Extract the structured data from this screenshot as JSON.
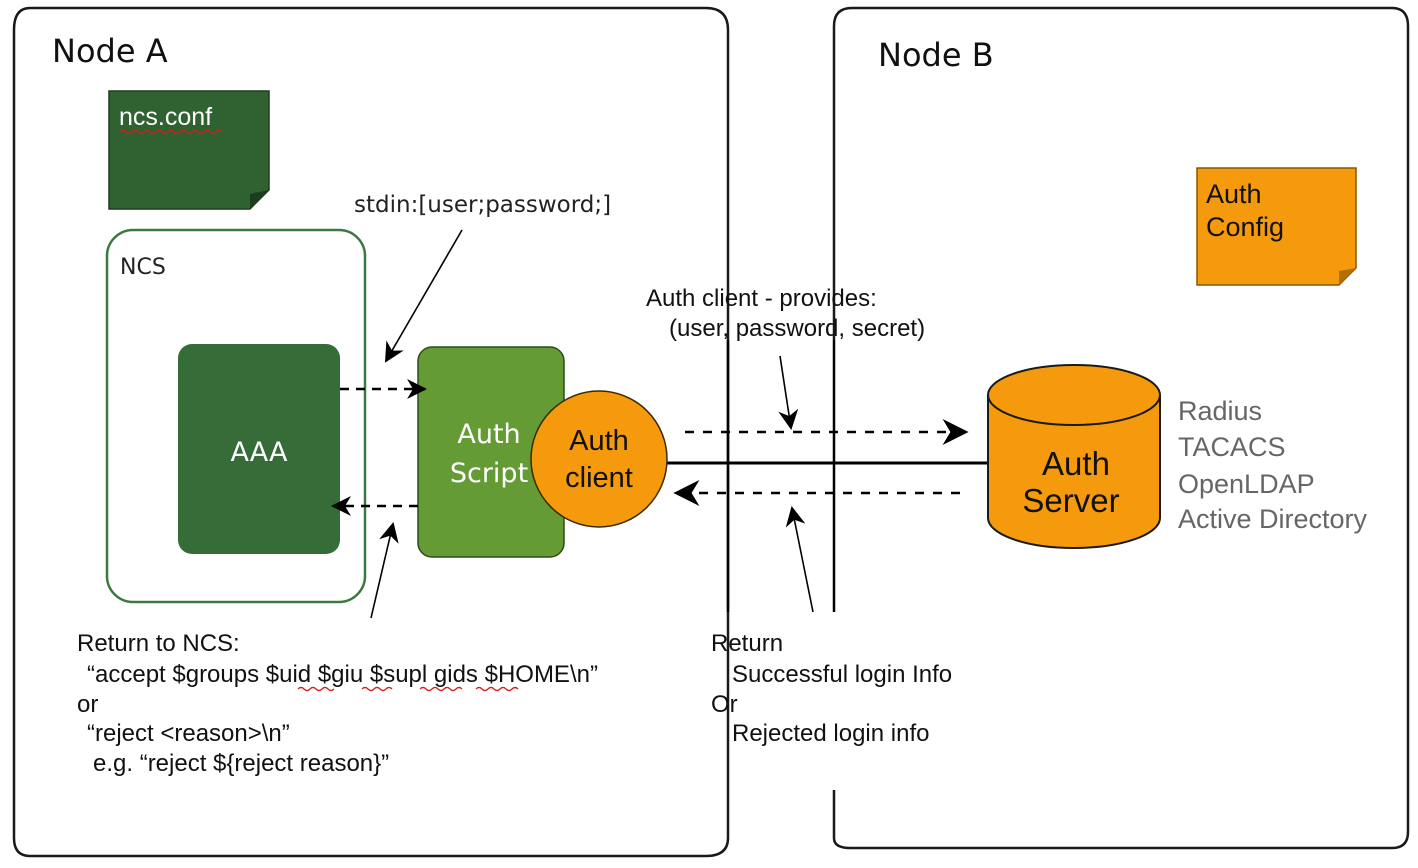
{
  "node_a": {
    "title": "Node A"
  },
  "node_b": {
    "title": "Node B"
  },
  "ncs_conf": {
    "label": "ncs.conf"
  },
  "ncs": {
    "label": "NCS"
  },
  "aaa": {
    "label": "AAA"
  },
  "auth_script": {
    "line1": "Auth",
    "line2": "Script"
  },
  "auth_client": {
    "line1": "Auth",
    "line2": "client"
  },
  "auth_config": {
    "line1": "Auth",
    "line2": "Config"
  },
  "auth_server": {
    "line1": "Auth",
    "line2": "Server",
    "backends": [
      "Radius",
      "TACACS",
      "OpenLDAP",
      "Active Directory"
    ]
  },
  "annotations": {
    "stdin": "stdin:[user;password;]",
    "provides_line1": "Auth client - provides:",
    "provides_line2": "(user, password, secret)",
    "return_ncs": [
      "Return to NCS:",
      "“accept $groups $uid $giu $supl gids $HOME\\n”",
      "or",
      "“reject <reason>\\n”",
      "e.g. “reject ${reject reason}”"
    ],
    "return_login": [
      "Return",
      "Successful login Info",
      "Or",
      "Rejected login info"
    ]
  },
  "colors": {
    "dark_green": "#2f6131",
    "aaa_green": "#356c38",
    "script_green": "#649b35",
    "orange": "#f59a0c",
    "ncs_border": "#3c7a40",
    "backend_text": "#666666"
  }
}
